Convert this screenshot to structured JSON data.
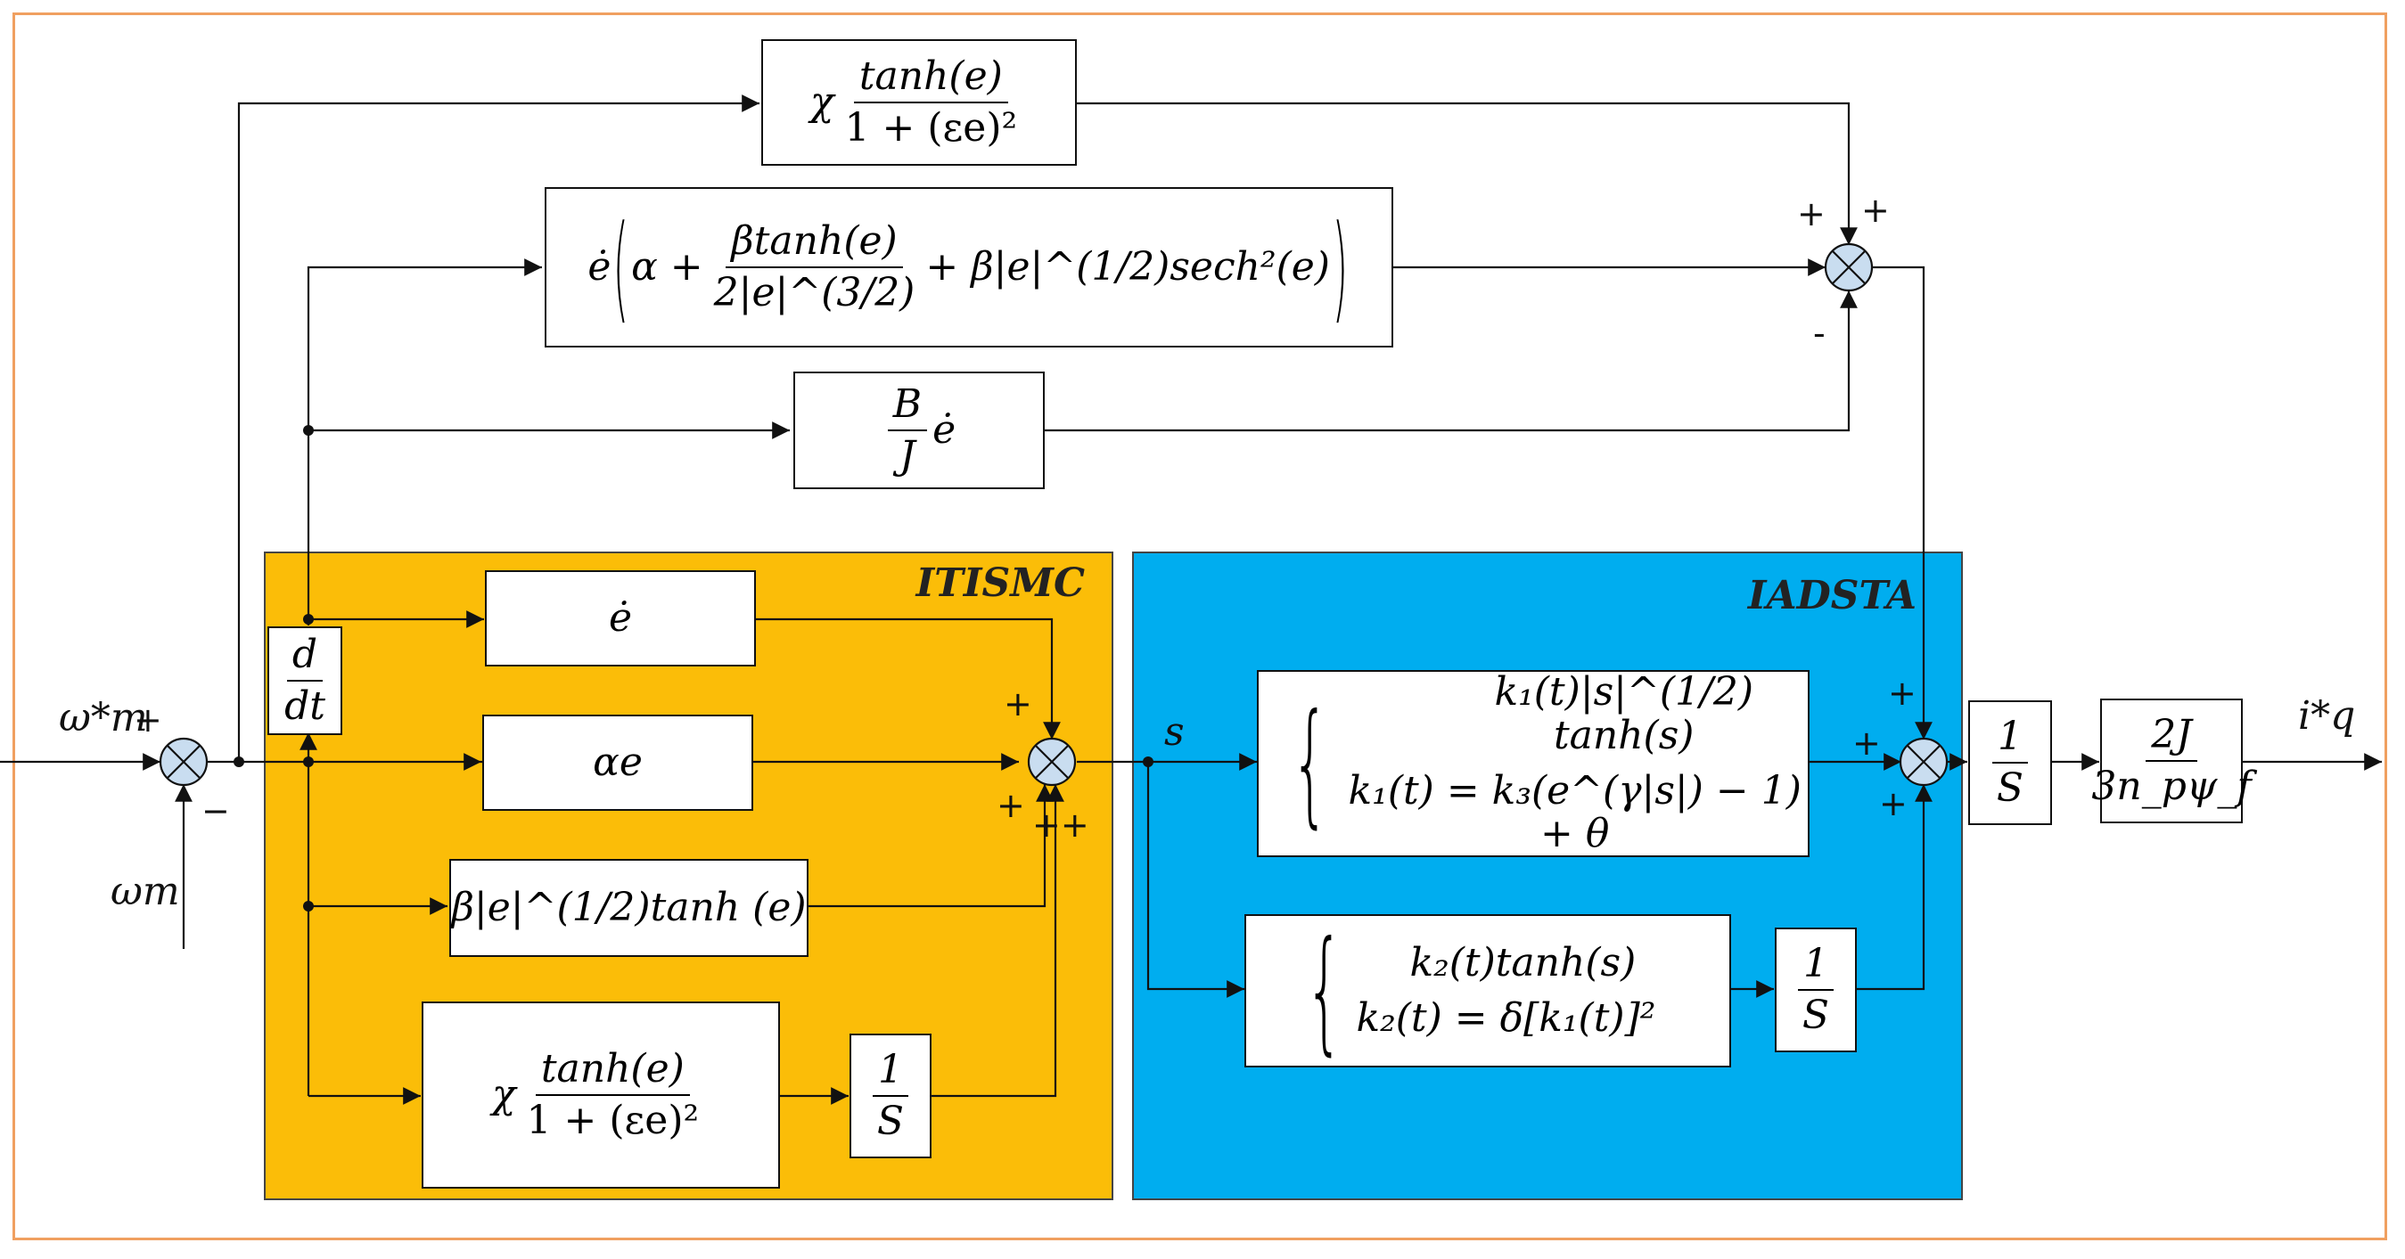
{
  "regions": {
    "itismc": "ITISMC",
    "iadsta": "IADSTA"
  },
  "blocks": {
    "top_chi": {
      "coef": "χ",
      "num": "tanh(e)",
      "den": "1 + (εe)²"
    },
    "edot_alpha": {
      "pre": "ė",
      "a": "α +",
      "num": "βtanh(e)",
      "den": "2|e|^(3/2)",
      "tail": "+ β|e|^(1/2)sech²(e)"
    },
    "bj": {
      "num": "B",
      "den": "J",
      "tail": "ė"
    },
    "ddt": {
      "num": "d",
      "den": "dt"
    },
    "edot": "ė",
    "alpha_e": "αe",
    "beta_tanh": "β|e|^(1/2)tanh (e)",
    "inner_chi": {
      "coef": "χ",
      "num": "tanh(e)",
      "den": "1 + (εe)²"
    },
    "int1": {
      "num": "1",
      "den": "S"
    },
    "k1": {
      "line1": "k₁(t)|s|^(1/2) tanh(s)",
      "line2": "k₁(t) = k₃(e^(γ|s|) − 1) + θ"
    },
    "k2": {
      "line1": "k₂(t)tanh(s)",
      "line2": "k₂(t) = δ[k₁(t)]²"
    },
    "int2": {
      "num": "1",
      "den": "S"
    },
    "int3": {
      "num": "1",
      "den": "S"
    },
    "gain": {
      "num": "2J",
      "den": "3n_pψ_f"
    }
  },
  "signals": {
    "ref": "ω*m",
    "meas": "ωm",
    "s": "s",
    "out": "i*q"
  },
  "signs": {
    "sum1_plus": "+",
    "sum1_minus": "−",
    "sum2_top_plus": "+",
    "sum2_bot_plus": "+",
    "sum2_bot_plus2": "++",
    "sum3_plus_left": "+",
    "sum3_plus_right": "+",
    "sum3_minus": "-",
    "sum4_top": "+",
    "sum4_left": "+",
    "sum4_bot": "+"
  },
  "colors": {
    "itismc_bg": "#fbbd08",
    "iadsta_bg": "#00adef",
    "sum_fill": "#c9ddf0",
    "frame": "#f0a060"
  }
}
